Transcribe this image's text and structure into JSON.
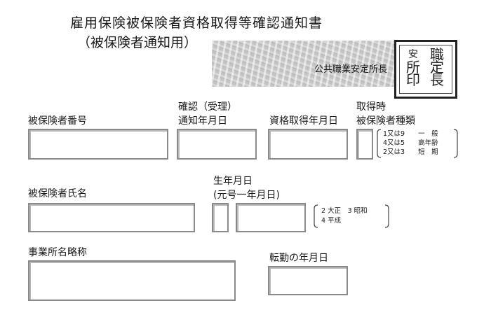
{
  "header": {
    "title": "雇用保険被保険者資格取得等確認通知書",
    "subtitle": "（被保険者通知用）",
    "office_name": "公共職業安定所長",
    "seal_chars": [
      "職",
      "安",
      "定",
      "所",
      "長",
      "印"
    ]
  },
  "fields": {
    "insured_number": {
      "label": "被保険者番号",
      "value": ""
    },
    "confirmation_date": {
      "label_line1": "確認（受理）",
      "label_line2": "通知年月日",
      "value": ""
    },
    "acquisition_date": {
      "label": "資格取得年月日",
      "value": ""
    },
    "insured_type": {
      "label_line1": "取得時",
      "label_line2": "被保険者種類",
      "value": "",
      "options": [
        "1又は9　　一　般",
        "4又は5　　高年齢",
        "2又は3　　短　期"
      ]
    },
    "insured_name": {
      "label": "被保険者氏名",
      "value": ""
    },
    "birth_date": {
      "label_line1": "生年月日",
      "label_line2": "(元号一年月日)",
      "era_value": "",
      "date_value": "",
      "era_options_line1": "2 大正　3 昭和",
      "era_options_line2": "4 平成"
    },
    "office_abbrev": {
      "label": "事業所名略称",
      "value": ""
    },
    "transfer_date": {
      "label": "転勤の年月日",
      "value": ""
    }
  },
  "colors": {
    "box_border": "#8a8a8a",
    "text": "#1a1a1a"
  }
}
